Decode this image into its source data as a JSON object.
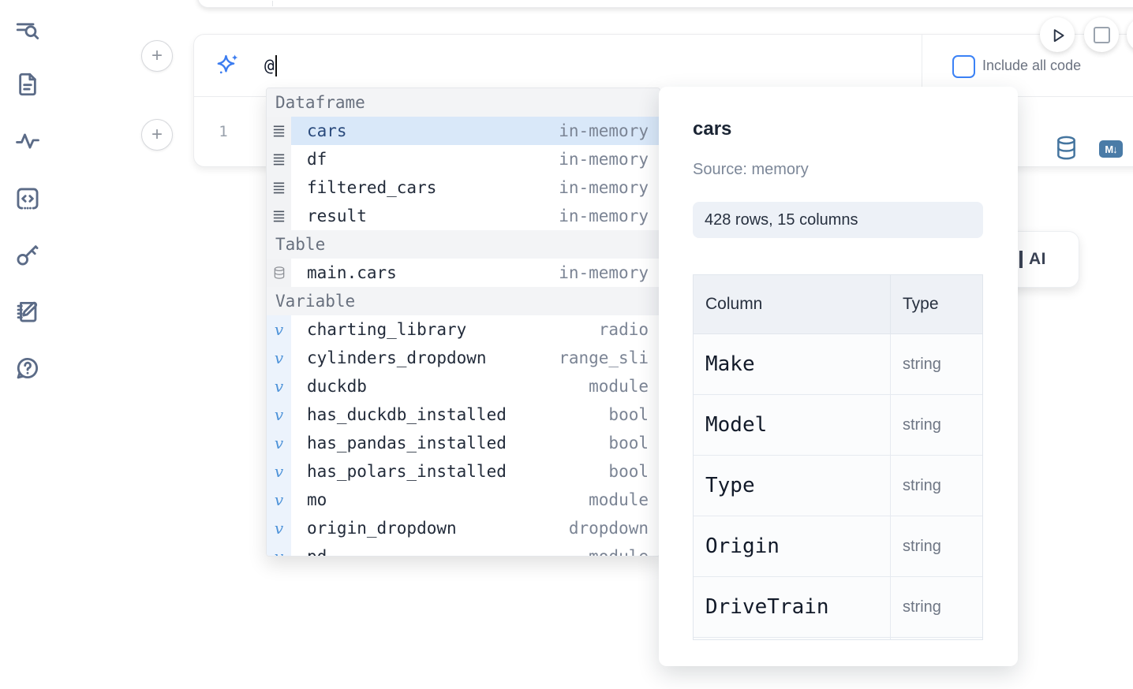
{
  "sidebar": {
    "icons": [
      {
        "name": "search-list-icon"
      },
      {
        "name": "file-icon"
      },
      {
        "name": "activity-icon"
      },
      {
        "name": "code-snippet-icon"
      },
      {
        "name": "key-icon"
      },
      {
        "name": "scratchpad-icon"
      },
      {
        "name": "help-icon"
      }
    ]
  },
  "cell_toolbar": {
    "run_icon": "play-icon",
    "stop_icon": "stop-icon"
  },
  "ai_cell": {
    "input_value": "@",
    "include_all_code_label": "Include all code",
    "include_all_code_checked": false,
    "line_number": "1",
    "markdown_badge": "M↓"
  },
  "ai_button": {
    "label": "AI"
  },
  "autocomplete": {
    "sections": [
      {
        "label": "Dataframe",
        "items": [
          {
            "icon": "dataframe-icon",
            "name": "cars",
            "type": "in-memory",
            "selected": true
          },
          {
            "icon": "dataframe-icon",
            "name": "df",
            "type": "in-memory"
          },
          {
            "icon": "dataframe-icon",
            "name": "filtered_cars",
            "type": "in-memory"
          },
          {
            "icon": "dataframe-icon",
            "name": "result",
            "type": "in-memory"
          }
        ]
      },
      {
        "label": "Table",
        "items": [
          {
            "icon": "database-icon",
            "name": "main.cars",
            "type": "in-memory"
          }
        ]
      },
      {
        "label": "Variable",
        "items": [
          {
            "icon": "variable-icon",
            "name": "charting_library",
            "type": "radio"
          },
          {
            "icon": "variable-icon",
            "name": "cylinders_dropdown",
            "type": "range_sli"
          },
          {
            "icon": "variable-icon",
            "name": "duckdb",
            "type": "module"
          },
          {
            "icon": "variable-icon",
            "name": "has_duckdb_installed",
            "type": "bool"
          },
          {
            "icon": "variable-icon",
            "name": "has_pandas_installed",
            "type": "bool"
          },
          {
            "icon": "variable-icon",
            "name": "has_polars_installed",
            "type": "bool"
          },
          {
            "icon": "variable-icon",
            "name": "mo",
            "type": "module"
          },
          {
            "icon": "variable-icon",
            "name": "origin_dropdown",
            "type": "dropdown"
          },
          {
            "icon": "variable-icon",
            "name": "pd",
            "type": "module",
            "partial": true
          }
        ]
      }
    ]
  },
  "preview_panel": {
    "title": "cars",
    "source": "Source: memory",
    "shape": "428 rows, 15 columns",
    "schema_table": {
      "headers": [
        "Column",
        "Type"
      ],
      "rows": [
        [
          "Make",
          "string"
        ],
        [
          "Model",
          "string"
        ],
        [
          "Type",
          "string"
        ],
        [
          "Origin",
          "string"
        ],
        [
          "DriveTrain",
          "string"
        ]
      ],
      "partial_row": true
    }
  },
  "colors": {
    "accent_blue": "#3d7df0",
    "steel_blue": "#4a7ba7",
    "selected_row_bg": "#d9e8f9",
    "sidebar_icon": "#5b6b87",
    "checkbox_border": "#3b82f6"
  }
}
